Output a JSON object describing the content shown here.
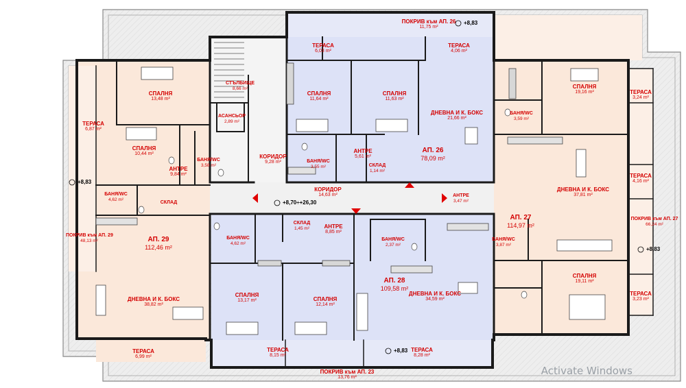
{
  "title": "",
  "apartments": {
    "ap26": {
      "name": "АП. 26",
      "area": "78,09 m²"
    },
    "ap27": {
      "name": "АП. 27",
      "area": "114,97 m²"
    },
    "ap28": {
      "name": "АП. 28",
      "area": "109,58 m²"
    },
    "ap29": {
      "name": "АП. 29",
      "area": "112,46 m²"
    }
  },
  "rooms": {
    "roof26": {
      "name": "ПОКРИВ към АП. 26",
      "area": "11,75 m²"
    },
    "terrace_top1": {
      "name": "ТЕРАСА",
      "area": "6,03 m²"
    },
    "terrace_top2": {
      "name": "ТЕРАСА",
      "area": "4,06 m²"
    },
    "stair": {
      "name": "СТЪЛБИЩЕ",
      "area": "8,66 m²"
    },
    "elevator": {
      "name": "АСАНСЬОР",
      "area": "2,89 m²"
    },
    "corridor1": {
      "name": "КОРИДОР",
      "area": "9,28 m²"
    },
    "corridor2": {
      "name": "КОРИДОР",
      "area": "14,63 m²"
    },
    "bed26a": {
      "name": "СПАЛНЯ",
      "area": "11,64 m²"
    },
    "bed26b": {
      "name": "СПАЛНЯ",
      "area": "11,63 m²"
    },
    "living26": {
      "name": "ДНЕВНА И К. БОКС",
      "area": "21,66 m²"
    },
    "hall26": {
      "name": "АНТРЕ",
      "area": "5,61 m²"
    },
    "bath26": {
      "name": "БАНЯ/WC",
      "area": "3,55 m²"
    },
    "store26": {
      "name": "СКЛАД",
      "area": "1,14 m²"
    },
    "bed29a": {
      "name": "СПАЛНЯ",
      "area": "13,48 m²"
    },
    "bed29b": {
      "name": "СПАЛНЯ",
      "area": "10,44 m²"
    },
    "terrace29a": {
      "name": "ТЕРАСА",
      "area": "6,87 m²"
    },
    "bath29a": {
      "name": "БАНЯ/WC",
      "area": "3,58 m²"
    },
    "hall29": {
      "name": "АНТРЕ",
      "area": "9,84 m²"
    },
    "bath29b": {
      "name": "БАНЯ/WC",
      "area": "4,62 m²"
    },
    "store29": {
      "name": "СКЛАД",
      "area": ""
    },
    "roof29": {
      "name": "ПОКРИВ към АП. 29",
      "area": "48,13 m²"
    },
    "living29": {
      "name": "ДНЕВНА И К. БОКС",
      "area": "38,82 m²"
    },
    "terrace29b": {
      "name": "ТЕРАСА",
      "area": "6,99 m²"
    },
    "bed27a": {
      "name": "СПАЛНЯ",
      "area": "19,16 m²"
    },
    "terrace27a": {
      "name": "ТЕРАСА",
      "area": "3,24 m²"
    },
    "bath27a": {
      "name": "БАНЯ/WC",
      "area": "3,59 m²"
    },
    "terrace27b": {
      "name": "ТЕРАСА",
      "area": "4,16 m²"
    },
    "living27": {
      "name": "ДНЕВНА И К. БОКС",
      "area": "37,81 m²"
    },
    "hall27": {
      "name": "АНТРЕ",
      "area": "3,47 m²"
    },
    "roof27": {
      "name": "ПОКРИВ към АП. 27",
      "area": "66,24 m²"
    },
    "bath27b": {
      "name": "БАНЯ/WC",
      "area": "3,87 m²"
    },
    "bed27b": {
      "name": "СПАЛНЯ",
      "area": "19,11 m²"
    },
    "terrace27c": {
      "name": "ТЕРАСА",
      "area": "3,23 m²"
    },
    "bath28a": {
      "name": "БАНЯ/WC",
      "area": "4,62 m²"
    },
    "store28": {
      "name": "СКЛАД",
      "area": "1,45 m²"
    },
    "hall28": {
      "name": "АНТРЕ",
      "area": "8,85 m²"
    },
    "bath28b": {
      "name": "БАНЯ/WC",
      "area": "2,37 m²"
    },
    "bed28a": {
      "name": "СПАЛНЯ",
      "area": "13,17 m²"
    },
    "bed28b": {
      "name": "СПАЛНЯ",
      "area": "12,14 m²"
    },
    "living28": {
      "name": "ДНЕВНА И К. БОКС",
      "area": "34,59 m²"
    },
    "terrace28a": {
      "name": "ТЕРАСА",
      "area": "8,15 m²"
    },
    "terrace28b": {
      "name": "ТЕРАСА",
      "area": "8,28 m²"
    },
    "roof23": {
      "name": "ПОКРИВ към АП. 23",
      "area": "13,76 m²"
    }
  },
  "levels": {
    "top": "+8,83",
    "left": "+8,83",
    "right": "+8,83",
    "bottom": "+8,83",
    "center": "+8,70÷+26,30"
  },
  "watermark": "Activate Windows",
  "colors": {
    "apt_blue": "#dfe3f7",
    "apt_peach": "#fbe9dd",
    "roof": "#ececec",
    "wall": "#1a1a1a",
    "label": "#d40000"
  }
}
